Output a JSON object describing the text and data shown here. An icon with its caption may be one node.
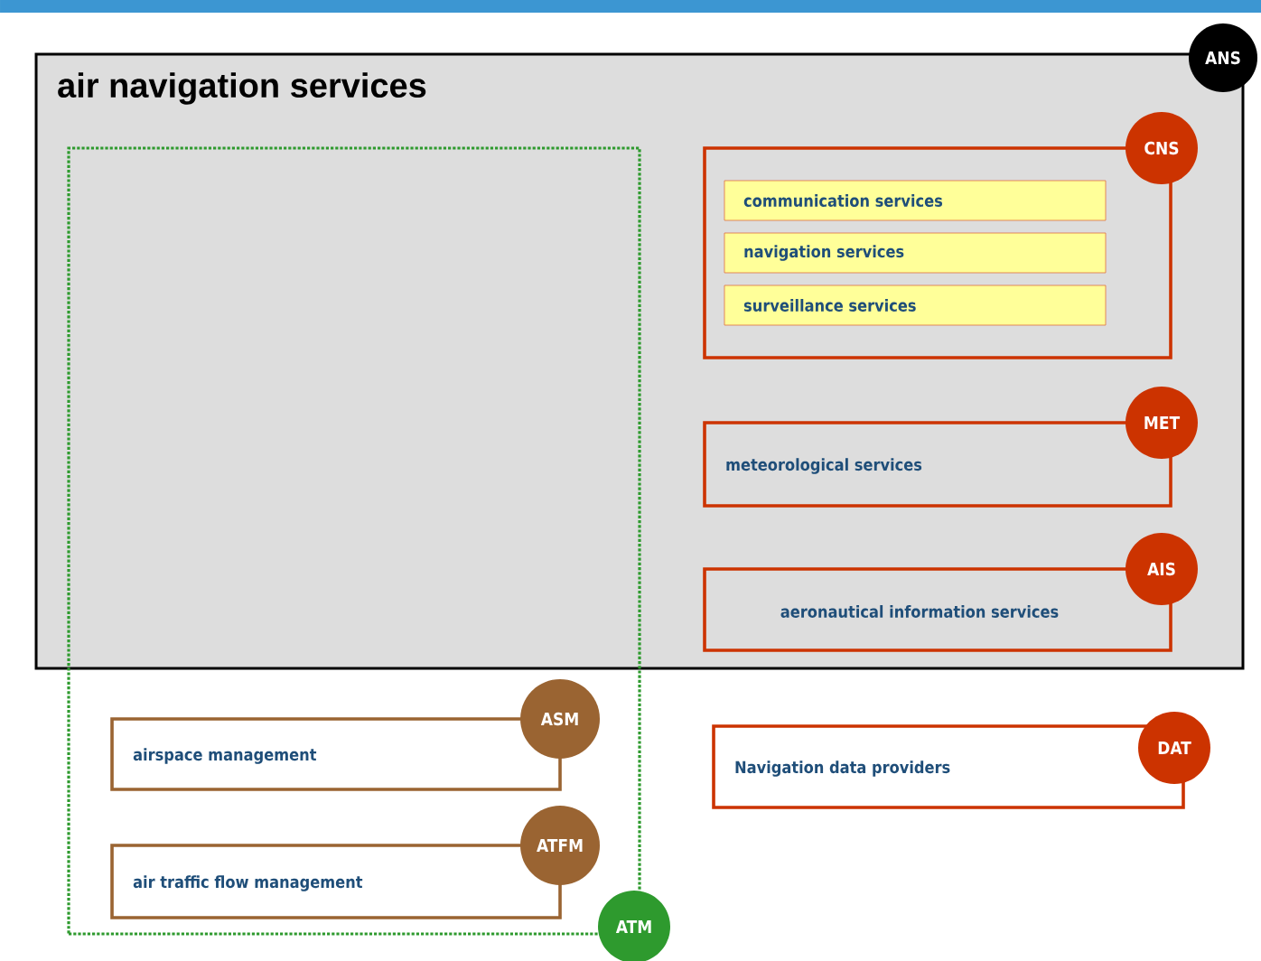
{
  "diagram": {
    "nodes": [
      {
        "text": [
          "air navigation services",
          "ANS"
        ]
      },
      {
        "text": [
          "ATM"
        ]
      },
      {
        "text": [
          "CNS"
        ],
        "in": 0
      },
      {
        "text": [
          "communication services"
        ],
        "in": 2
      },
      {
        "text": [
          "navigation services"
        ],
        "in": 2
      },
      {
        "text": [
          "surveillance services"
        ],
        "in": 2
      },
      {
        "text": [
          "meteorological services",
          "MET"
        ],
        "in": 0
      },
      {
        "text": [
          "aeronautical information services",
          "AIS"
        ],
        "in": 0
      },
      {
        "text": [
          "airspace management",
          "ASM"
        ],
        "in": 1
      },
      {
        "text": [
          "air traffic flow management",
          "ATFM"
        ],
        "in": 1
      },
      {
        "text": [
          "Navigation data providers",
          "DAT"
        ]
      }
    ]
  }
}
